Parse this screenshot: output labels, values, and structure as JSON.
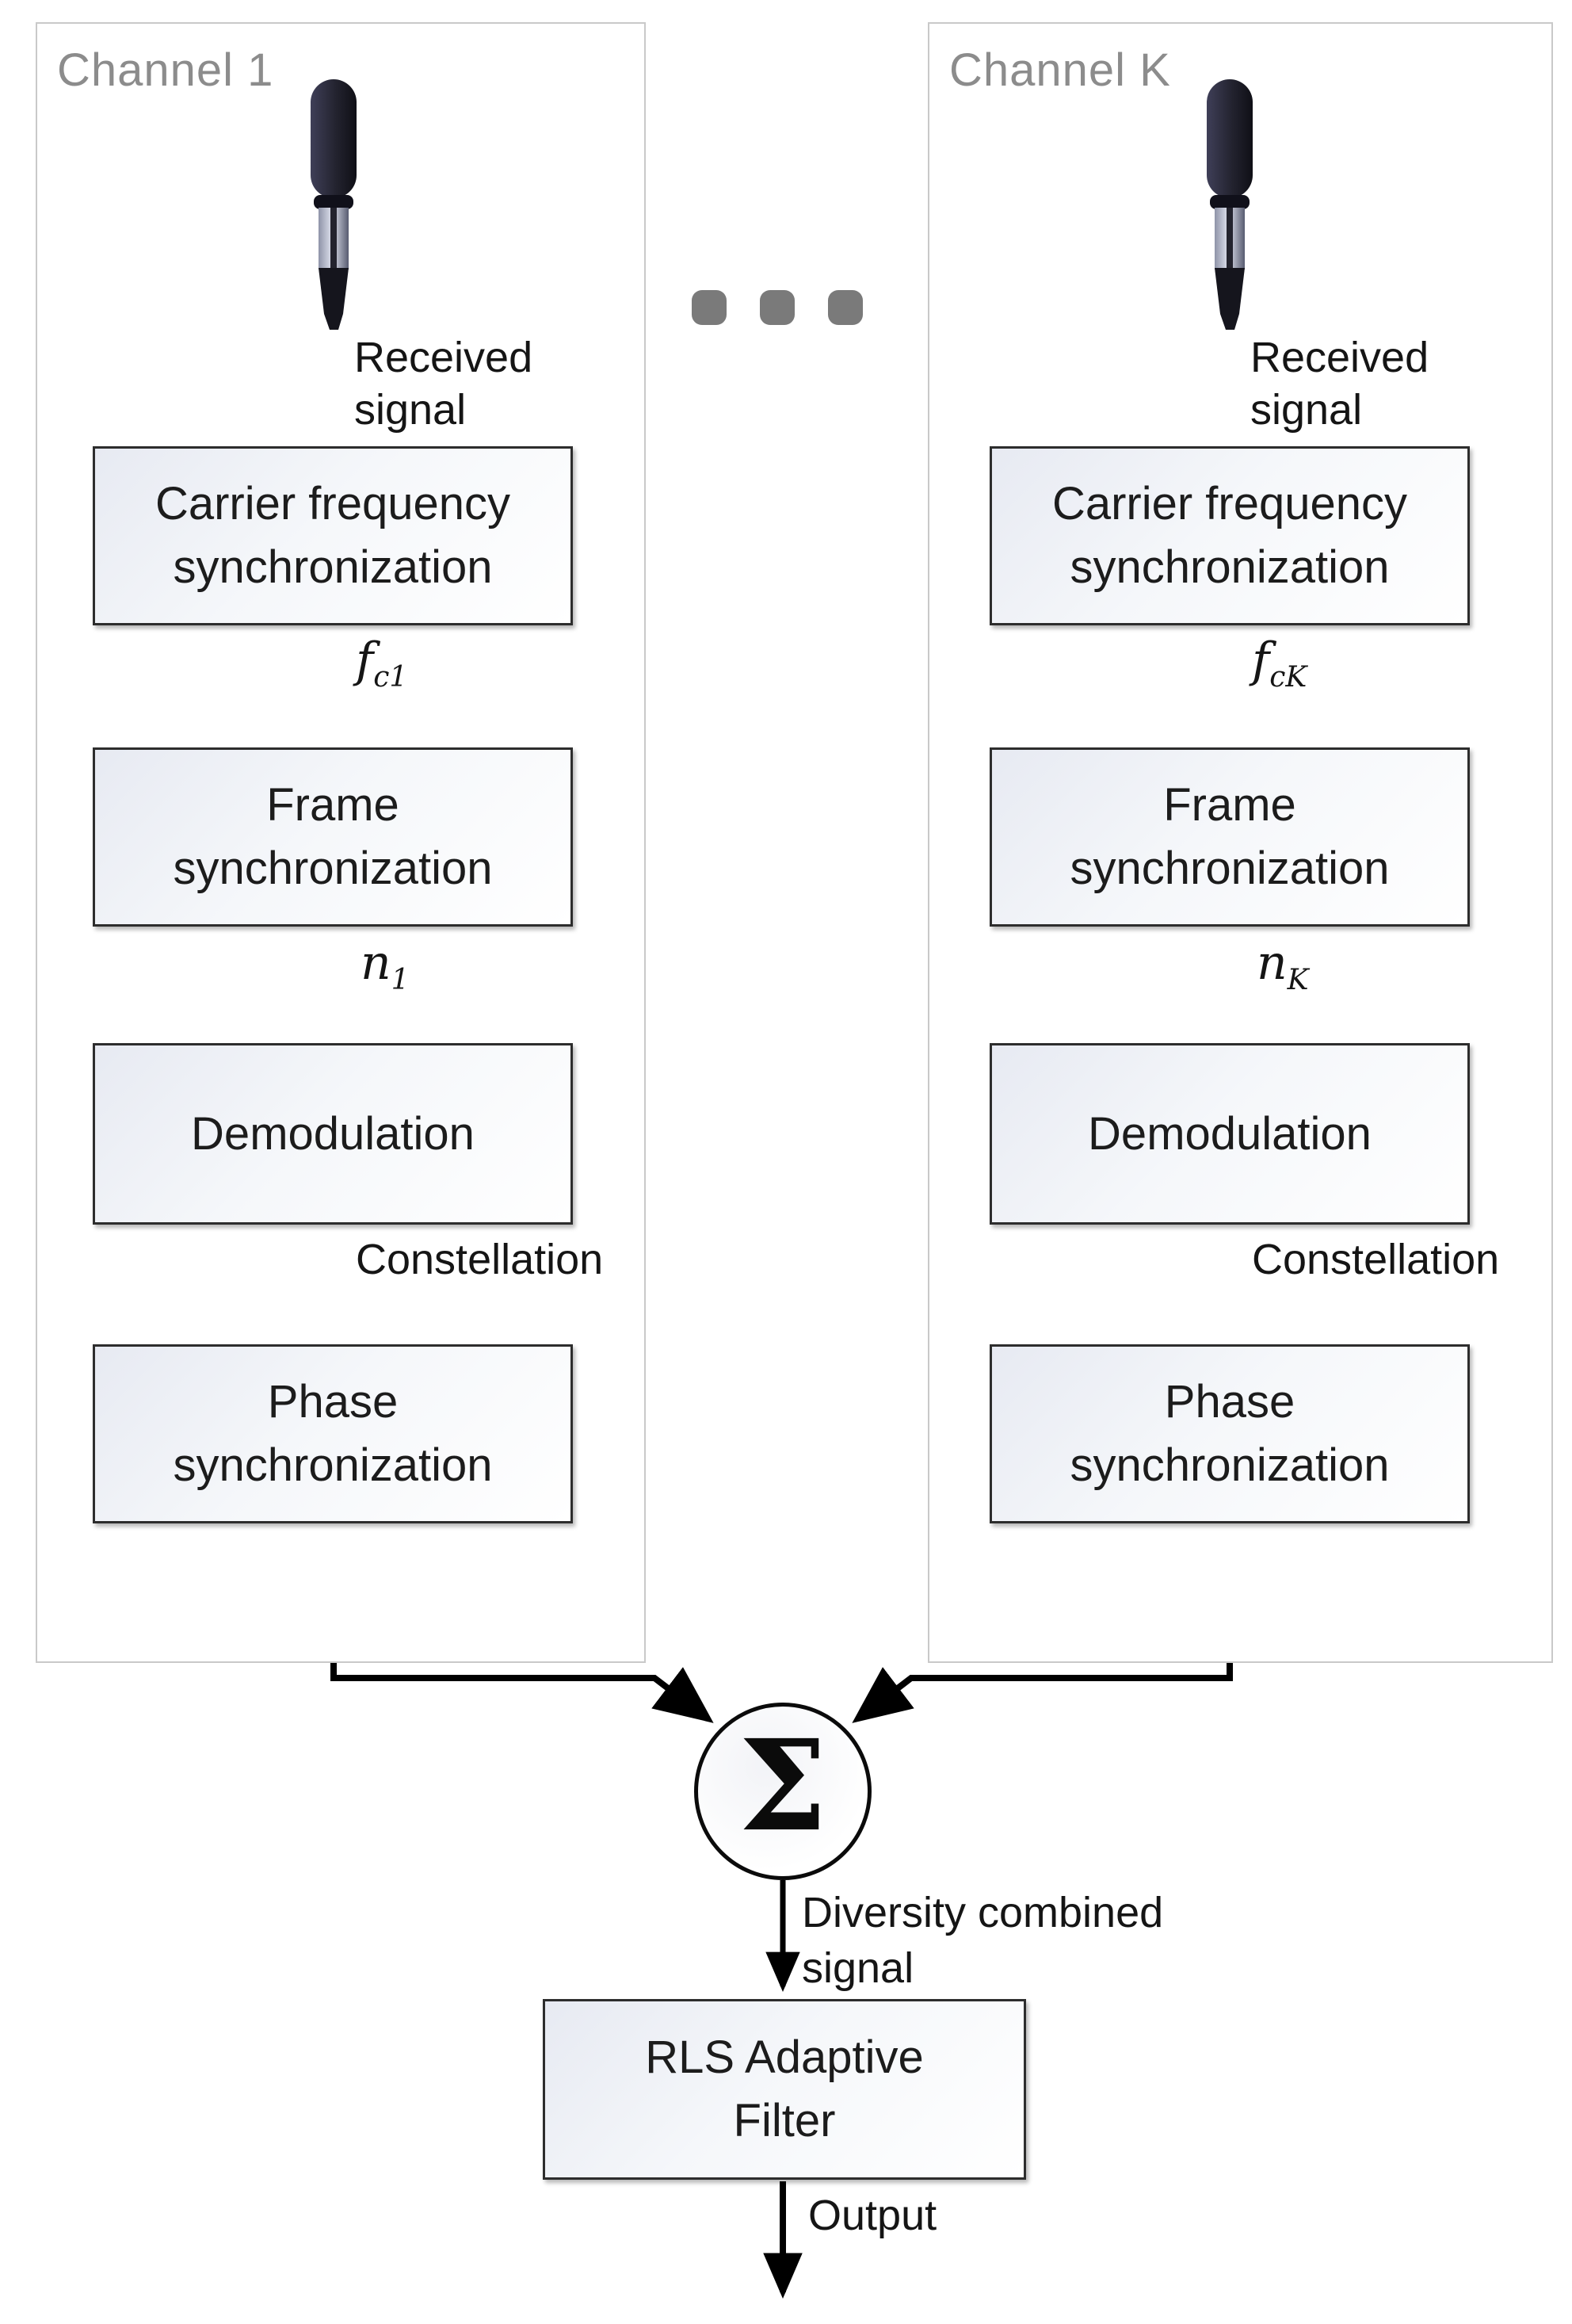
{
  "figure": {
    "channels": [
      {
        "title": "Channel 1",
        "received_lines": [
          "Received",
          "signal"
        ],
        "boxes": {
          "carrier": [
            "Carrier frequency",
            "synchronization"
          ],
          "frame": [
            "Frame",
            "synchronization"
          ],
          "demod": [
            "Demodulation"
          ],
          "phase": [
            "Phase",
            "synchronization"
          ]
        },
        "signals": {
          "carrier_out_base": "f",
          "carrier_out_sub": "c1",
          "frame_out_base": "n",
          "frame_out_sub": "1",
          "demod_out": "Constellation"
        }
      },
      {
        "title": "Channel K",
        "received_lines": [
          "Received",
          "signal"
        ],
        "boxes": {
          "carrier": [
            "Carrier frequency",
            "synchronization"
          ],
          "frame": [
            "Frame",
            "synchronization"
          ],
          "demod": [
            "Demodulation"
          ],
          "phase": [
            "Phase",
            "synchronization"
          ]
        },
        "signals": {
          "carrier_out_base": "f",
          "carrier_out_sub": "cK",
          "frame_out_base": "n",
          "frame_out_sub": "K",
          "demod_out": "Constellation"
        }
      }
    ],
    "separator": {
      "dot_count": 3
    },
    "combiner": {
      "symbol": "Σ",
      "label_lines": [
        "Diversity combined",
        "signal"
      ]
    },
    "filter": {
      "label_lines": [
        "RLS Adaptive",
        "Filter"
      ],
      "output_label": "Output"
    },
    "colors": {
      "box_border": "#2d2d2d",
      "box_fill_tint": "#e7eaf2",
      "panel_border": "#c9c9c9",
      "channel_label": "#8c8c8c",
      "arrow": "#000000",
      "dots": "#7a7a7a"
    }
  }
}
